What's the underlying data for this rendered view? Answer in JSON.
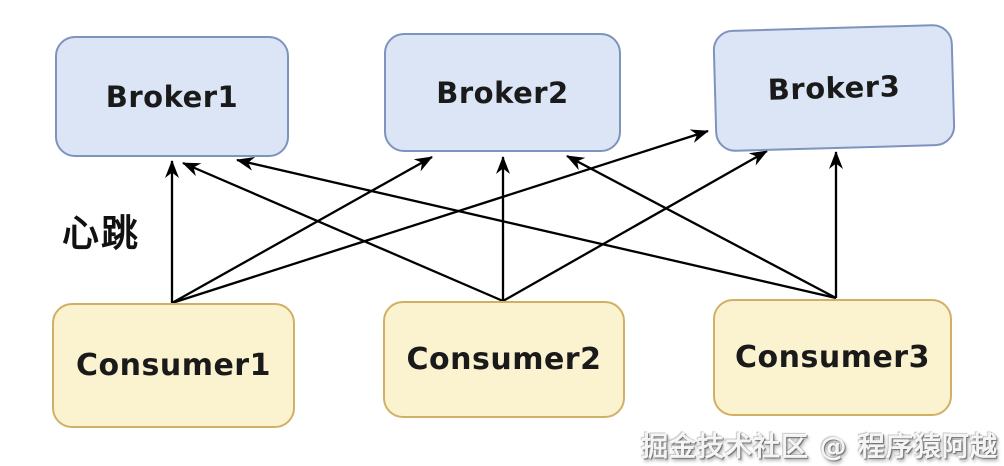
{
  "diagram": {
    "annotation": {
      "heartbeat_label": "心跳"
    },
    "nodes": [
      {
        "id": "broker1",
        "label": "Broker1",
        "type": "broker"
      },
      {
        "id": "broker2",
        "label": "Broker2",
        "type": "broker"
      },
      {
        "id": "broker3",
        "label": "Broker3",
        "type": "broker"
      },
      {
        "id": "consumer1",
        "label": "Consumer1",
        "type": "consumer"
      },
      {
        "id": "consumer2",
        "label": "Consumer2",
        "type": "consumer"
      },
      {
        "id": "consumer3",
        "label": "Consumer3",
        "type": "consumer"
      }
    ],
    "edges": [
      {
        "from": "consumer1",
        "to": "broker1"
      },
      {
        "from": "consumer1",
        "to": "broker2"
      },
      {
        "from": "consumer1",
        "to": "broker3"
      },
      {
        "from": "consumer2",
        "to": "broker1"
      },
      {
        "from": "consumer2",
        "to": "broker2"
      },
      {
        "from": "consumer2",
        "to": "broker3"
      },
      {
        "from": "consumer3",
        "to": "broker1"
      },
      {
        "from": "consumer3",
        "to": "broker2"
      },
      {
        "from": "consumer3",
        "to": "broker3"
      }
    ],
    "colors": {
      "broker_fill": "#dbe5f6",
      "broker_border": "#7e93bd",
      "consumer_fill": "#fbf2cf",
      "consumer_border": "#d1b066",
      "arrow": "#000000"
    }
  },
  "watermark": {
    "text": "掘金技术社区 @ 程序猿阿越"
  }
}
